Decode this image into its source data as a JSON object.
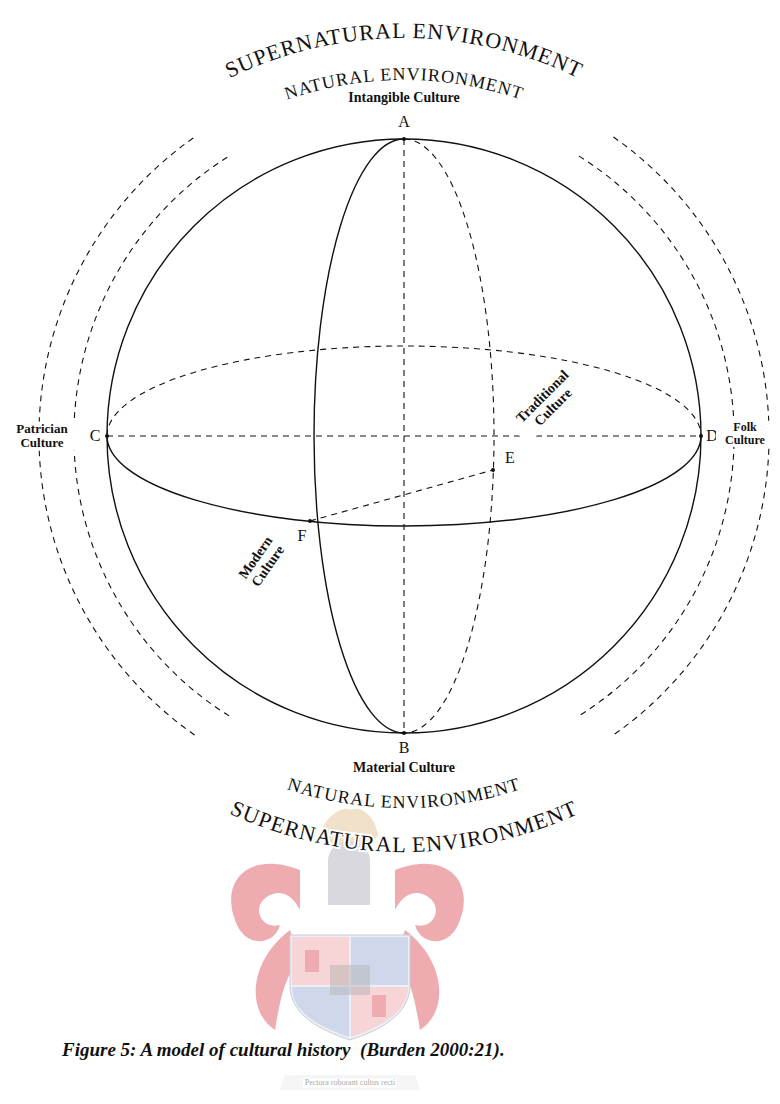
{
  "diagram": {
    "caption": "Figure 5: A model of cultural history  (Burden 2000:21).",
    "labels": [
      "SUPERNATURAL ENVIRONMENT",
      "NATURAL ENVIRONMENT",
      "Intangible Culture",
      "A",
      "Traditional Culture",
      "E",
      "Patrician Culture",
      "C",
      "D",
      "Folk Culture",
      "F",
      "Modern Culture",
      "B",
      "Material Culture",
      "NATURAL ENVIRONMENT",
      "SUPERNATURAL ENVIRONMENT",
      "Pectora roborant cultus recti"
    ]
  }
}
